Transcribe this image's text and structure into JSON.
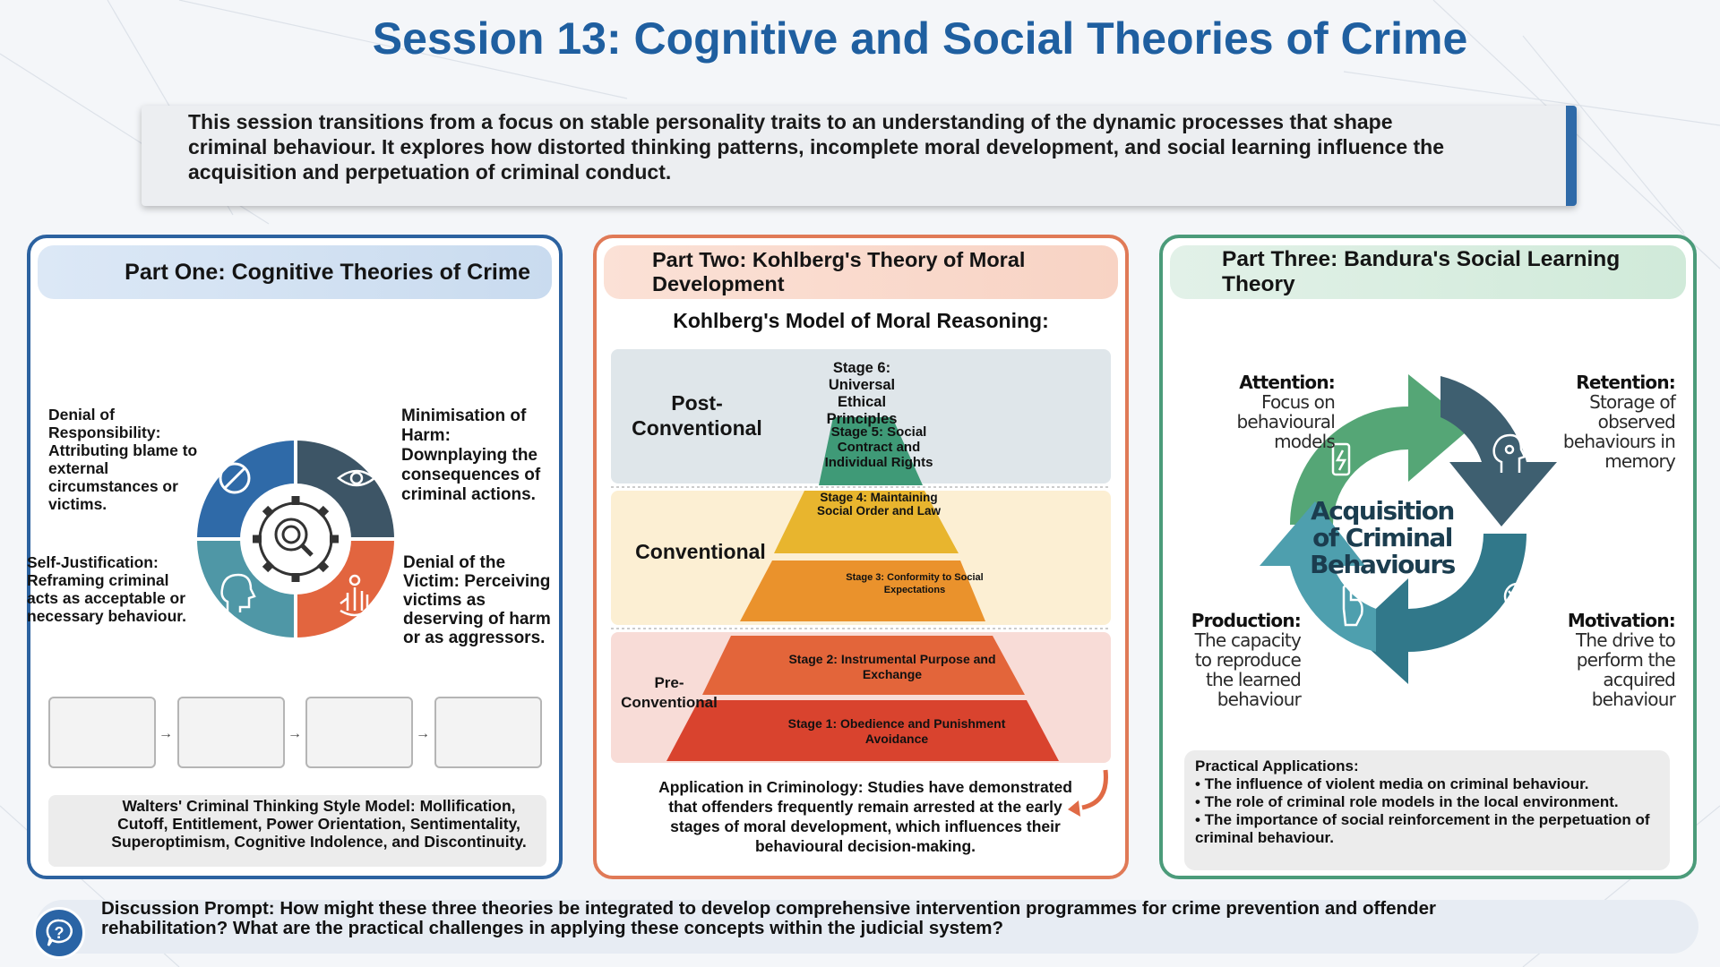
{
  "title": "Session 13: Cognitive and Social Theories of Crime",
  "intro": "This session transitions from a focus on stable personality traits to an understanding of the dynamic processes that shape criminal behaviour. It explores how distorted thinking patterns, incomplete moral development, and social learning influence the acquisition and perpetuation of criminal conduct.",
  "part_one": {
    "heading": "Part One: Cognitive Theories of Crime",
    "labels": {
      "denial_responsibility": "Denial of Responsibility: Attributing blame to external circumstances or victims.",
      "minimisation": "Minimisation of Harm: Downplaying the consequences of criminal actions.",
      "self_justification": "Self-Justification: Reframing criminal acts as acceptable or necessary behaviour.",
      "denial_victim": "Denial of the Victim: Perceiving victims as deserving of harm or as aggressors."
    },
    "walters": "Walters' Criminal Thinking Style Model: Mollification, Cutoff, Entitlement, Power Orientation, Sentimentality, Superoptimism, Cognitive Indolence, and Discontinuity.",
    "colors": {
      "blue": "#2f6aa8",
      "slate": "#3d5566",
      "teal": "#4f97a6",
      "orange": "#e2653f"
    }
  },
  "part_two": {
    "heading": "Part Two: Kohlberg's Theory of Moral Development",
    "subheading": "Kohlberg's Model of Moral Reasoning:",
    "levels": {
      "post": "Post-Conventional",
      "conventional": "Conventional",
      "pre": "Pre-Conventional"
    },
    "stages": {
      "s6": "Stage 6: Universal Ethical Principles",
      "s5": "Stage 5: Social Contract and Individual Rights",
      "s4": "Stage 4: Maintaining Social Order and Law",
      "s3": "Stage 3: Conformity to Social Expectations",
      "s2": "Stage 2: Instrumental Purpose and Exchange",
      "s1": "Stage 1: Obedience and Punishment Avoidance"
    },
    "application": "Application in Criminology: Studies have demonstrated that offenders frequently remain arrested at the early stages of moral development, which influences their behavioural decision-making."
  },
  "part_three": {
    "heading": "Part Three: Bandura's Social Learning Theory",
    "center": "Acquisition of Criminal Behaviours",
    "attention": {
      "title": "Attention:",
      "text": "Focus on behavioural models"
    },
    "retention": {
      "title": "Retention:",
      "text": "Storage of observed behaviours in memory"
    },
    "production": {
      "title": "Production:",
      "text": "The capacity to reproduce the learned behaviour"
    },
    "motivation": {
      "title": "Motivation:",
      "text": "The drive to perform the acquired behaviour"
    },
    "practical_title": "Practical Applications:",
    "practical_items": [
      "• The influence of violent media on criminal behaviour.",
      "• The role of criminal role models in the local environment.",
      "• The importance of social reinforcement in the perpetuation of criminal behaviour."
    ]
  },
  "discussion": "Discussion Prompt: How might these three theories be integrated to develop comprehensive intervention programmes for crime prevention and offender rehabilitation? What are the practical challenges in applying these concepts within the judicial system?"
}
